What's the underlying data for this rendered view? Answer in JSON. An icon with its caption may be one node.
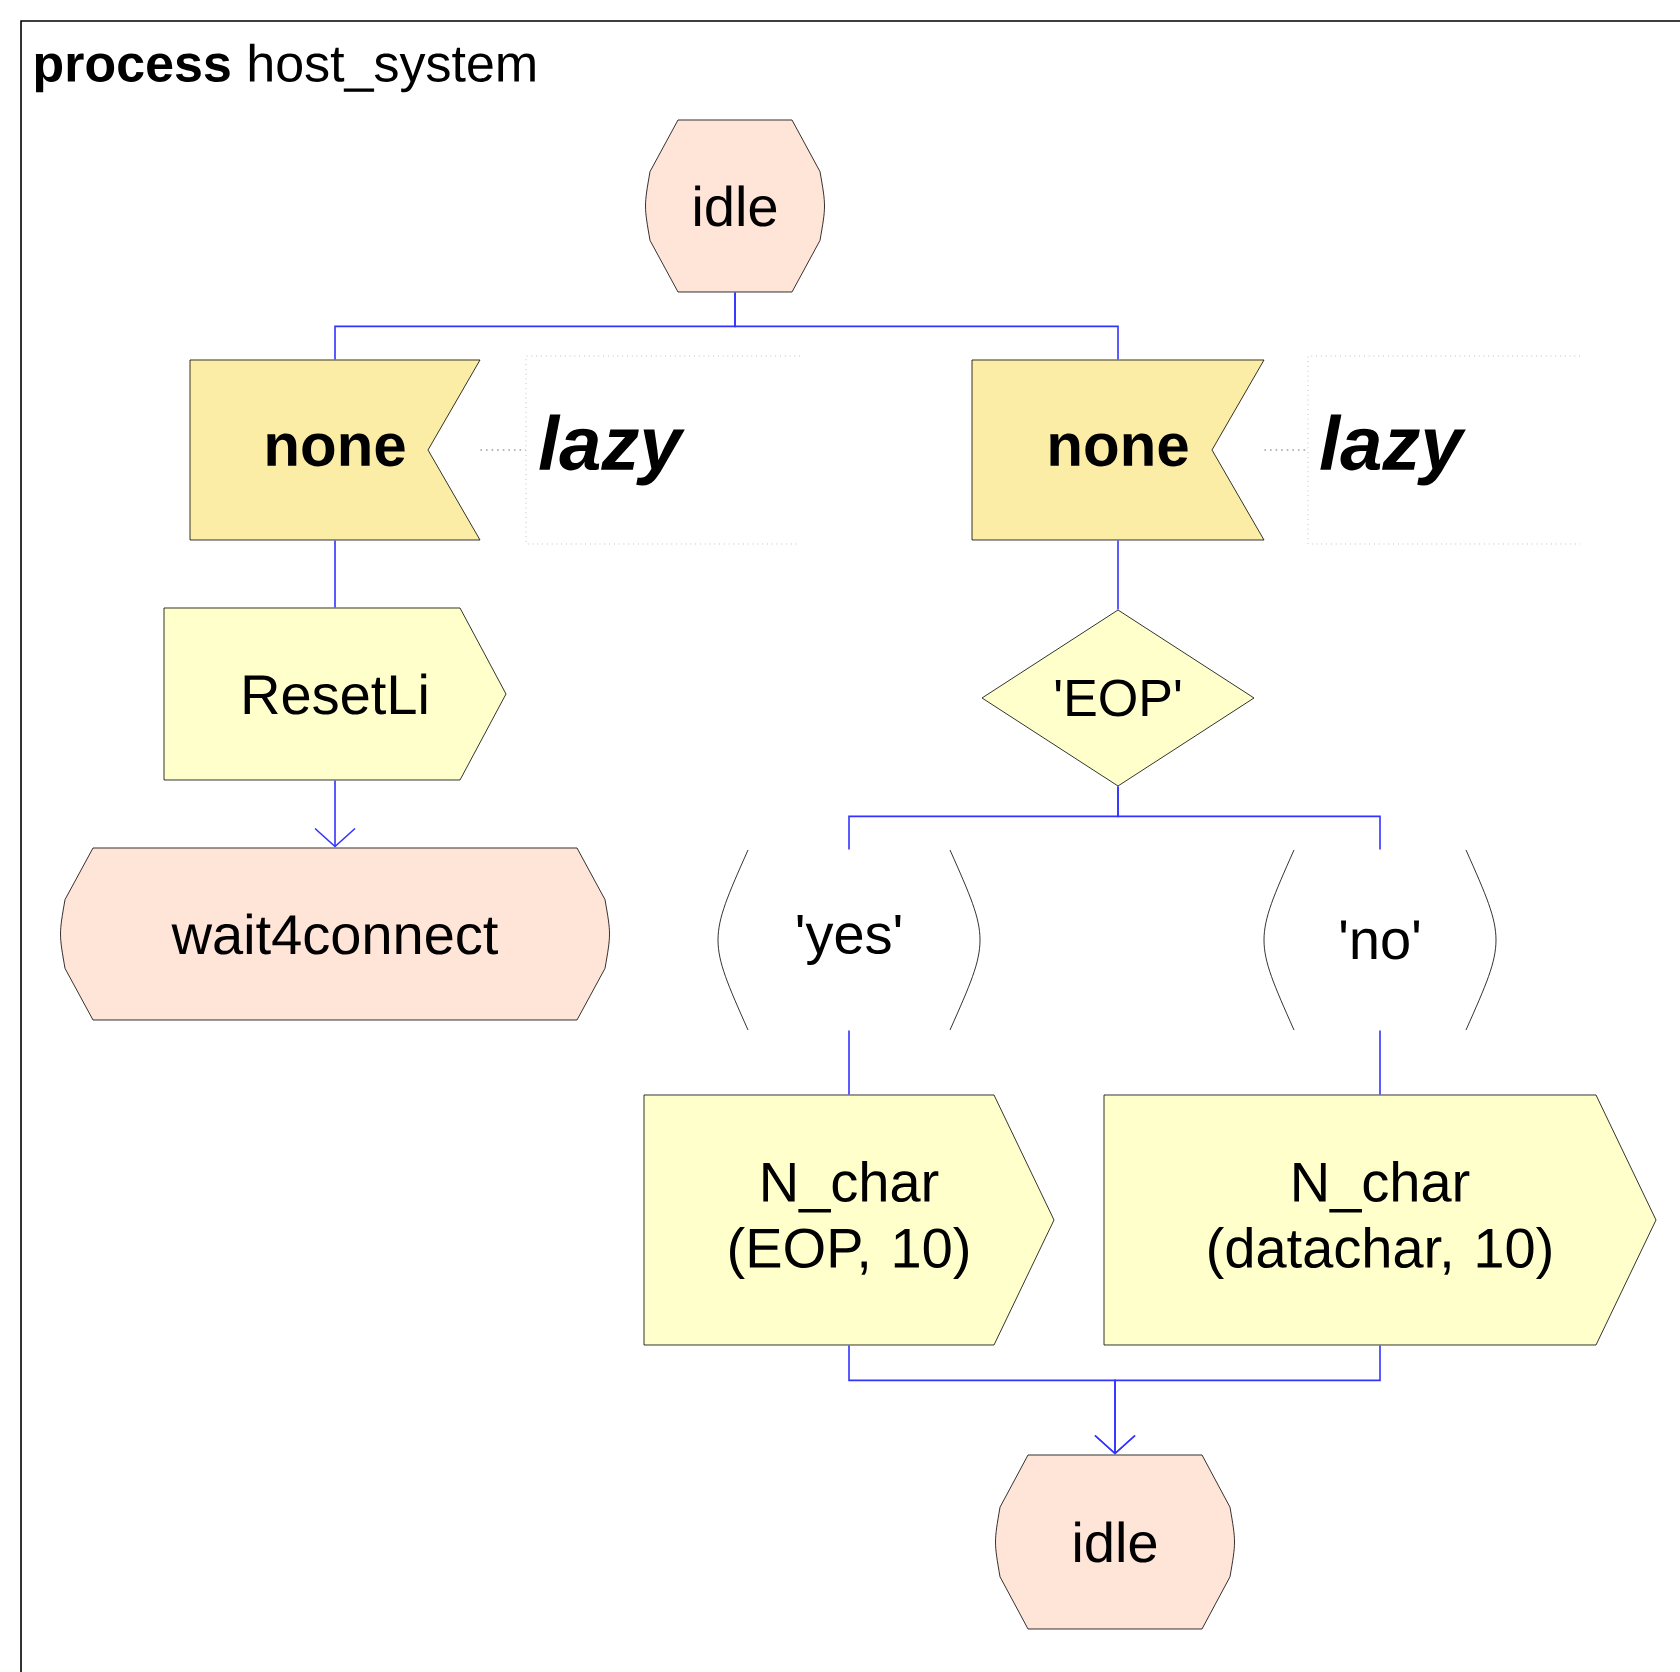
{
  "diagram": {
    "title": "**process** host_system",
    "nodes": [
      {
        "text": [
          "idle"
        ]
      },
      {
        "text": [
          "none"
        ]
      },
      {
        "text": [
          "lazy"
        ]
      },
      {
        "text": [
          "none"
        ]
      },
      {
        "text": [
          "lazy"
        ]
      },
      {
        "text": [
          "ResetLi"
        ]
      },
      {
        "text": [
          "wait4connect"
        ]
      },
      {
        "text": [
          "'EOP'"
        ]
      },
      {
        "text": [
          "'yes'"
        ]
      },
      {
        "text": [
          "'no'"
        ]
      },
      {
        "text": [
          "N_char (EOP, 10)"
        ]
      },
      {
        "text": [
          "N_char (datachar, 10)"
        ]
      },
      {
        "text": [
          "idle"
        ]
      }
    ],
    "edges": [
      {
        "from": 0,
        "to": 1,
        "arrow": "none"
      },
      {
        "from": 0,
        "to": 3,
        "arrow": "none"
      },
      {
        "from": 1,
        "to": 2,
        "arrow": "none",
        "style": "dashed",
        "color": "#a0a0a0"
      },
      {
        "from": 3,
        "to": 4,
        "arrow": "none",
        "style": "dashed",
        "color": "#a0a0a0"
      },
      {
        "from": 1,
        "to": 5,
        "arrow": "none"
      },
      {
        "from": 5,
        "to": 6,
        "arrow": "to"
      },
      {
        "from": 3,
        "to": 7,
        "arrow": "none"
      },
      {
        "from": 7,
        "to": 8,
        "arrow": "none"
      },
      {
        "from": 7,
        "to": 9,
        "arrow": "none"
      },
      {
        "from": 8,
        "to": 10,
        "arrow": "none"
      },
      {
        "from": 9,
        "to": 11,
        "arrow": "none"
      },
      {
        "from": 10,
        "to": 12,
        "arrow": "to"
      },
      {
        "from": 11,
        "to": 12,
        "arrow": "to"
      }
    ]
  }
}
